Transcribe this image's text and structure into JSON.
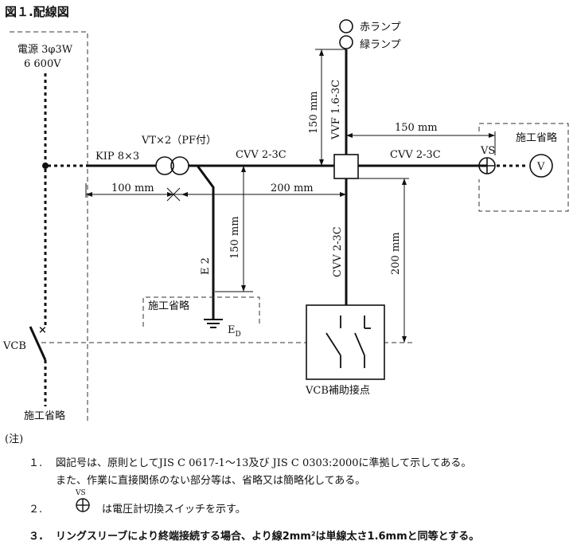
{
  "title": "図１.配線図",
  "labels": {
    "power_line1": "電源 3φ3W",
    "power_line2": "6 600V",
    "red_lamp": "赤ランプ",
    "green_lamp": "緑ランプ",
    "vvf": "VVF 1.6-3C",
    "dim_150_vertical_top": "150 mm",
    "dim_150_horizontal": "150 mm",
    "omitted_right": "施工省略",
    "vt": "VT×2（PF付）",
    "kip": "KIP 8×3",
    "cvv_left": "CVV 2-3C",
    "cvv_right": "CVV 2-3C",
    "vs": "VS",
    "voltmeter": "V",
    "dim_100": "100 mm",
    "dim_200_horizontal": "200 mm",
    "e2": "E 2",
    "dim_150_vertical_ground": "150 mm",
    "cvv_vertical": "CVV 2-3C",
    "dim_200_vertical": "200 mm",
    "omitted_ground": "施工省略",
    "ed_main": "E",
    "ed_sub": "D",
    "vcb": "VCB",
    "vcb_aux": "VCB補助接点",
    "omitted_bottom": "施工省略"
  },
  "notes": {
    "header": "(注)",
    "n1_num": "１.",
    "n1_line1": "図記号は、原則としてJIS C 0617-1～13及び JIS C 0303:2000に準拠して示してある。",
    "n1_line2": "また、作業に直接関係のない部分等は、省略又は簡略化してある。",
    "n2_num": "２.",
    "n2_symbol_label": "VS",
    "n2_text": "は電圧計切換スイッチを示す。",
    "n3_num": "３.",
    "n3_text": "リングスリーブにより終端接続する場合、より線2mm²は単線太さ1.6mmと同等とする。"
  }
}
